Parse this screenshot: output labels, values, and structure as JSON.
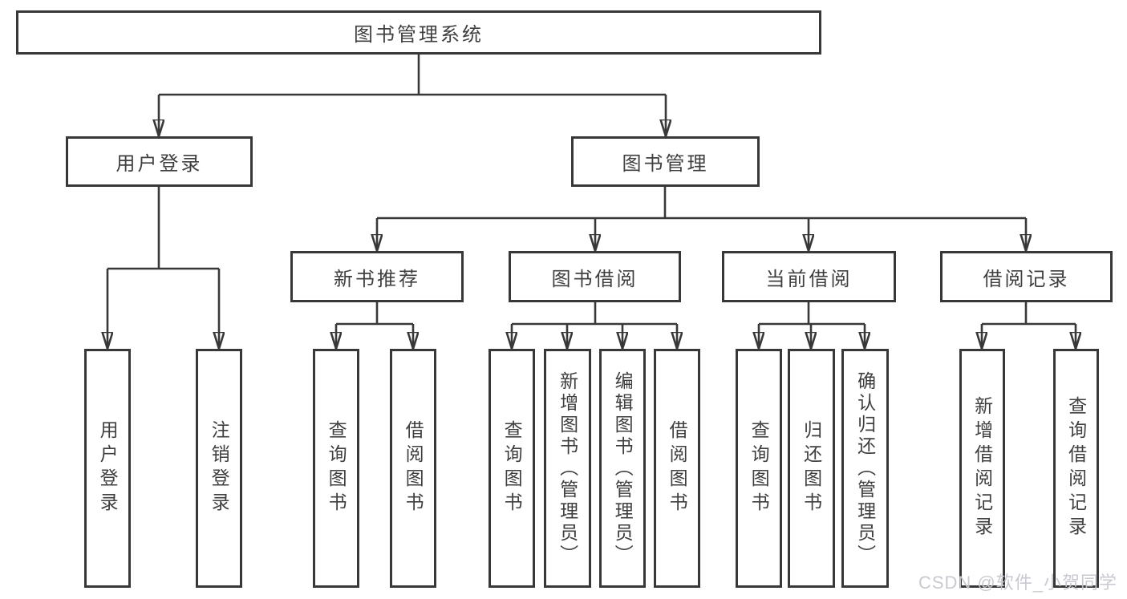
{
  "diagram": {
    "type": "hierarchy-tree",
    "root": {
      "label": "图书管理系统"
    },
    "branches": [
      {
        "label": "用户登录",
        "children": [
          {
            "label": "用户登录"
          },
          {
            "label": "注销登录"
          }
        ]
      },
      {
        "label": "图书管理",
        "children": [
          {
            "label": "新书推荐",
            "children": [
              {
                "label": "查询图书"
              },
              {
                "label": "借阅图书"
              }
            ]
          },
          {
            "label": "图书借阅",
            "children": [
              {
                "label": "查询图书"
              },
              {
                "label": "新增图书（管理员）"
              },
              {
                "label": "编辑图书（管理员）"
              },
              {
                "label": "借阅图书"
              }
            ]
          },
          {
            "label": "当前借阅",
            "children": [
              {
                "label": "查询图书"
              },
              {
                "label": "归还图书"
              },
              {
                "label": "确认归还（管理员）"
              }
            ]
          },
          {
            "label": "借阅记录",
            "children": [
              {
                "label": "新增借阅记录"
              },
              {
                "label": "查询借阅记录"
              }
            ]
          }
        ]
      }
    ]
  },
  "watermark": {
    "text": "CSDN @软件_小贺同学"
  },
  "colors": {
    "line": "#383838",
    "box_border": "#383838",
    "text": "#3f3f3f",
    "background": "#ffffff",
    "watermark": "#c7c8cf"
  }
}
